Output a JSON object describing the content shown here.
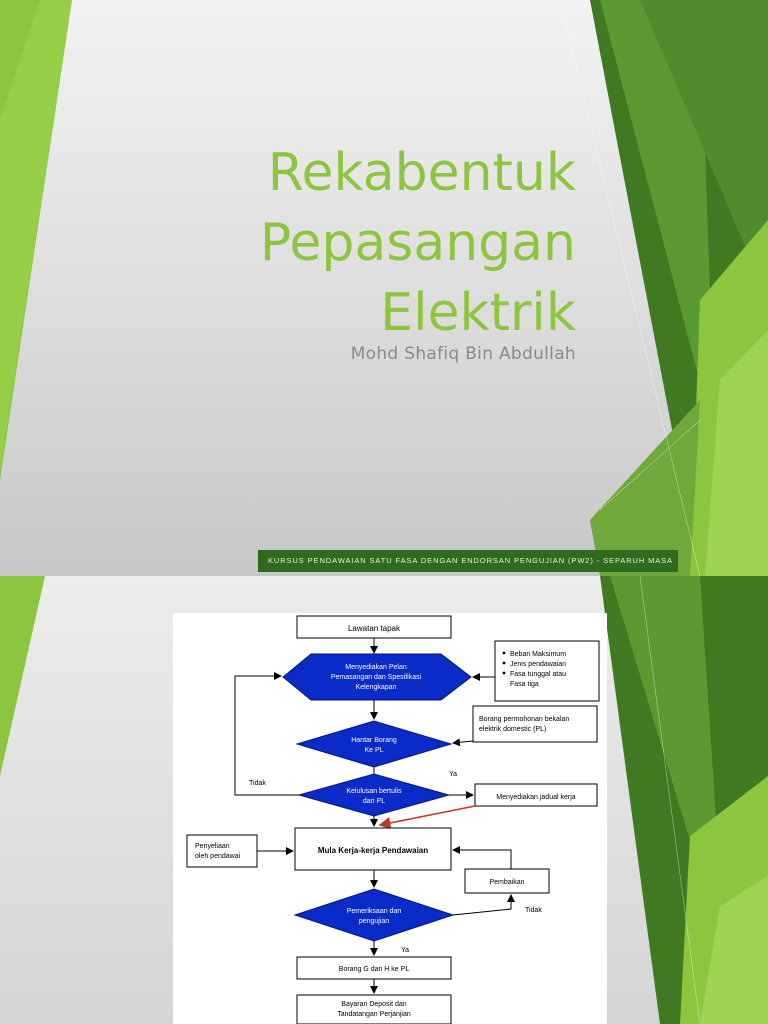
{
  "slide1": {
    "title_lines": [
      "Rekabentuk",
      "Pepasangan",
      "Elektrik"
    ],
    "subtitle": "Mohd Shafiq Bin Abdullah",
    "footer": "KURSUS PENDAWAIAN SATU FASA DENGAN ENDORSAN PENGUJIAN (PW2) - SEPARUH MASA",
    "colors": {
      "title": "#8cc63f",
      "footer_band": "#2e6b1f",
      "green_light": "#8cc63f",
      "green_dark": "#3f7a23"
    }
  },
  "slide2": {
    "flowchart": {
      "lawatan": "Lawatan tapak",
      "menyediakan_pelan": [
        "Menyediakan Pelan",
        "Pemasangan dan Spesifikasi",
        "Kelengkapan"
      ],
      "notes_list": [
        "Beban Maksimum",
        "Jenis pendawaian",
        "Fasa tunggal atau",
        "Fasa tiga"
      ],
      "hantar_borang": [
        "Hantar Borang",
        "Ke PL"
      ],
      "borang_permohonan": [
        "Borang permohonan bekalan",
        "elektrik domestic (PL)"
      ],
      "kelulusan": [
        "Kelulusan bertulis",
        "dari PL"
      ],
      "menyediakan_jadual": "Menyediakan jadual kerja",
      "label_tidak_1": "Tidak",
      "label_ya_1": "Ya",
      "penyeliaan": [
        "Penyeliaan",
        "oleh pendawai"
      ],
      "mula_kerja": "Mula Kerja-kerja Pendawaian",
      "pembaikan": "Pembaikan",
      "pemeriksaan": [
        "Pemeriksaan   dan",
        "pengujian"
      ],
      "label_tidak_2": "Tidak",
      "label_ya_2": "Ya",
      "borang_g_h": "Borang G dan H  ke PL",
      "bayaran": [
        "Bayaran Deposit  dan",
        "Tandatangan Perjanjian"
      ]
    }
  }
}
